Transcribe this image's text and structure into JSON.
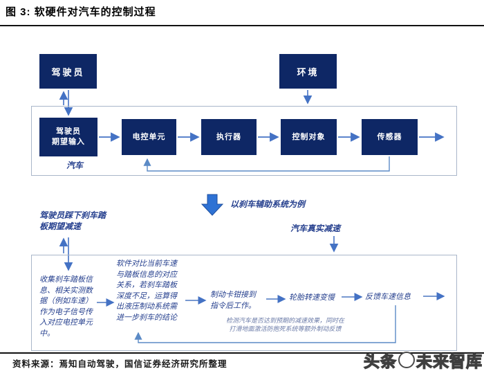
{
  "figure": {
    "title": "图 3: 软硬件对汽车的控制过程"
  },
  "system_diagram": {
    "driver": "驾驶员",
    "environment": "环境",
    "vehicle_label": "汽车",
    "chain": [
      {
        "l1": "驾驶员",
        "l2": "期望输入"
      },
      {
        "l1": "电控单元",
        "l2": ""
      },
      {
        "l1": "执行器",
        "l2": ""
      },
      {
        "l1": "控制对象",
        "l2": ""
      },
      {
        "l1": "传感器",
        "l2": ""
      }
    ]
  },
  "example": {
    "big_arrow_label": "以刹车辅助系统为例",
    "driver_action_l1": "驾驶员踩下刹车踏",
    "driver_action_l2": "板期望减速",
    "vehicle_result": "汽车真实减速"
  },
  "brake_flow": {
    "collect": "收集刹车踏板信息、相关实测数据（例如车速）作为电子信号传入对应电控单元中。",
    "compute": "软件对比当前车速与踏板信息的对应关系，若刹车踏板深度不足，运算得出液压制动系统需进一步刹车的结论",
    "caliper_l1": "制动卡钳接到",
    "caliper_l2": "指令后工作。",
    "tire": "轮胎转速变慢",
    "feedback": "反馈车速信息",
    "note_l1": "检测汽车是否达到预期的减速效果，同时在",
    "note_l2": "打滑地面激活防抱死系统等额外制动反馈"
  },
  "footer": {
    "source": "资料来源：焉知自动驾驶，国信证券经济研究所整理",
    "watermark_left": "头条",
    "watermark_right": "未来智库"
  },
  "colors": {
    "box_navy": "#0e2765",
    "arrow_blue": "#4472c4",
    "feedback_blue": "#5b8ac6",
    "big_arrow_blue": "#2e72d4",
    "flow_text_navy": "#27418f"
  }
}
